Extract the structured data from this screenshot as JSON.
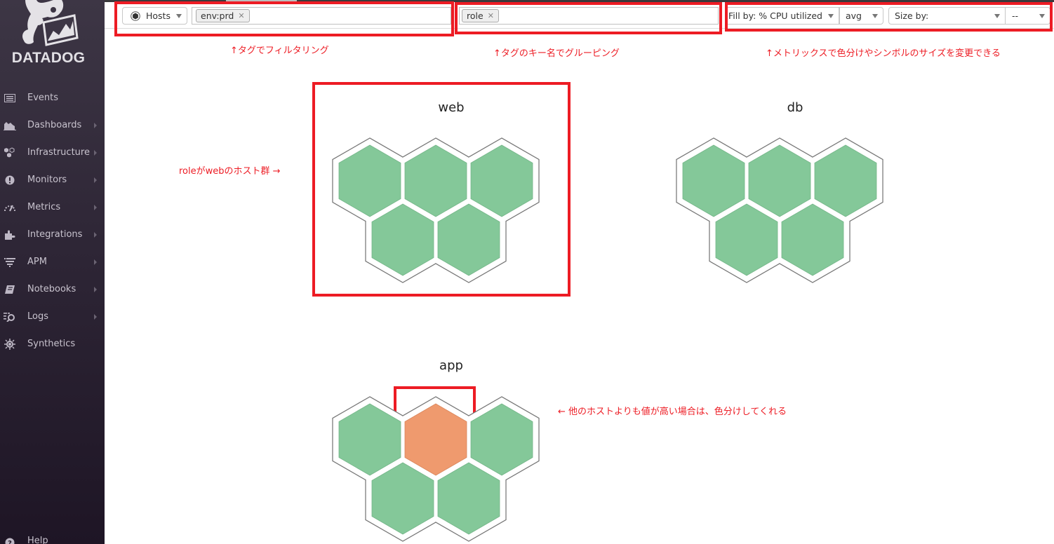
{
  "sidebar": {
    "logo_text": "DATADOG",
    "items": [
      {
        "label": "Events",
        "icon": "events-icon",
        "has_submenu": false
      },
      {
        "label": "Dashboards",
        "icon": "dashboards-icon",
        "has_submenu": true
      },
      {
        "label": "Infrastructure",
        "icon": "infrastructure-icon",
        "has_submenu": true
      },
      {
        "label": "Monitors",
        "icon": "monitors-icon",
        "has_submenu": true
      },
      {
        "label": "Metrics",
        "icon": "metrics-icon",
        "has_submenu": true
      },
      {
        "label": "Integrations",
        "icon": "integrations-icon",
        "has_submenu": true
      },
      {
        "label": "APM",
        "icon": "apm-icon",
        "has_submenu": true
      },
      {
        "label": "Notebooks",
        "icon": "notebooks-icon",
        "has_submenu": true
      },
      {
        "label": "Logs",
        "icon": "logs-icon",
        "has_submenu": true
      },
      {
        "label": "Synthetics",
        "icon": "synthetics-icon",
        "has_submenu": false
      }
    ],
    "help_label": "Help"
  },
  "toolbar": {
    "entity_select": "Hosts",
    "filter_tags": [
      "env:prd"
    ],
    "group_tags": [
      "role"
    ],
    "fill_by": "Fill by: % CPU utilized",
    "fill_agg": "avg",
    "size_by": "Size by:",
    "size_agg": "--"
  },
  "annotations": {
    "filter": "↑タグでフィルタリング",
    "group": "↑タグのキー名でグルーピング",
    "metric": "↑メトリックスで色分けやシンボルのサイズを変更できる",
    "web_group": "roleがwebのホスト群 →",
    "highlight": "← 他のホストよりも値が高い場合は、色分けしてくれる"
  },
  "colors": {
    "ok": "#84c899",
    "high": "#ef9a6e",
    "highlight_box": "#ed1c24",
    "annotation": "#ed1c24"
  },
  "groups": [
    {
      "name": "web",
      "hosts": [
        "ok",
        "ok",
        "ok",
        "ok",
        "ok"
      ]
    },
    {
      "name": "db",
      "hosts": [
        "ok",
        "ok",
        "ok",
        "ok",
        "ok"
      ]
    },
    {
      "name": "app",
      "hosts": [
        "ok",
        "high",
        "ok",
        "ok",
        "ok"
      ]
    }
  ]
}
